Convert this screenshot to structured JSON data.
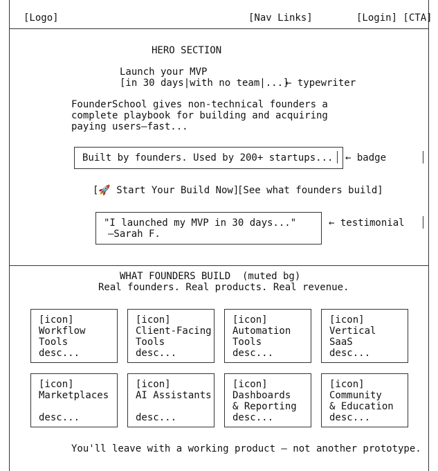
{
  "header": {
    "logo": "[Logo]",
    "nav": "[Nav Links]",
    "actions": "[Login] [CTA]"
  },
  "hero": {
    "section_label": "HERO SECTION",
    "headline_line1": "Launch your MVP",
    "headline_line2": "[in 30 days|with no team|...]",
    "typewriter_note": "← typewriter",
    "body_line1": "FounderSchool gives non-technical founders a",
    "body_line2": "complete playbook for building and acquiring",
    "body_line3": "paying users—fast...",
    "badge_text": "Built by founders. Used by 200+ startups...",
    "badge_note": "← badge",
    "cta_primary": "[🚀 Start Your Build Now]",
    "cta_secondary": "[See what founders build]",
    "testimonial_quote": "\"I launched my MVP in 30 days...\"",
    "testimonial_author": "—Sarah F.",
    "testimonial_note": "← testimonial"
  },
  "build": {
    "section_label": "WHAT FOUNDERS BUILD  (muted bg)",
    "subtitle": "Real founders. Real products. Real revenue.",
    "cards": [
      {
        "icon": "[icon]",
        "line1": "Workflow",
        "line2": "Tools",
        "desc": "desc..."
      },
      {
        "icon": "[icon]",
        "line1": "Client-Facing",
        "line2": "Tools",
        "desc": "desc..."
      },
      {
        "icon": "[icon]",
        "line1": "Automation",
        "line2": "Tools",
        "desc": "desc..."
      },
      {
        "icon": "[icon]",
        "line1": "Vertical",
        "line2": "SaaS",
        "desc": "desc..."
      },
      {
        "icon": "[icon]",
        "line1": "Marketplaces",
        "line2": "",
        "desc": "desc..."
      },
      {
        "icon": "[icon]",
        "line1": "AI Assistants",
        "line2": "",
        "desc": "desc..."
      },
      {
        "icon": "[icon]",
        "line1": "Dashboards",
        "line2": "& Reporting",
        "desc": "desc..."
      },
      {
        "icon": "[icon]",
        "line1": "Community",
        "line2": "& Education",
        "desc": "desc..."
      }
    ],
    "footer_line": "You'll leave with a working product — not another prototype."
  }
}
